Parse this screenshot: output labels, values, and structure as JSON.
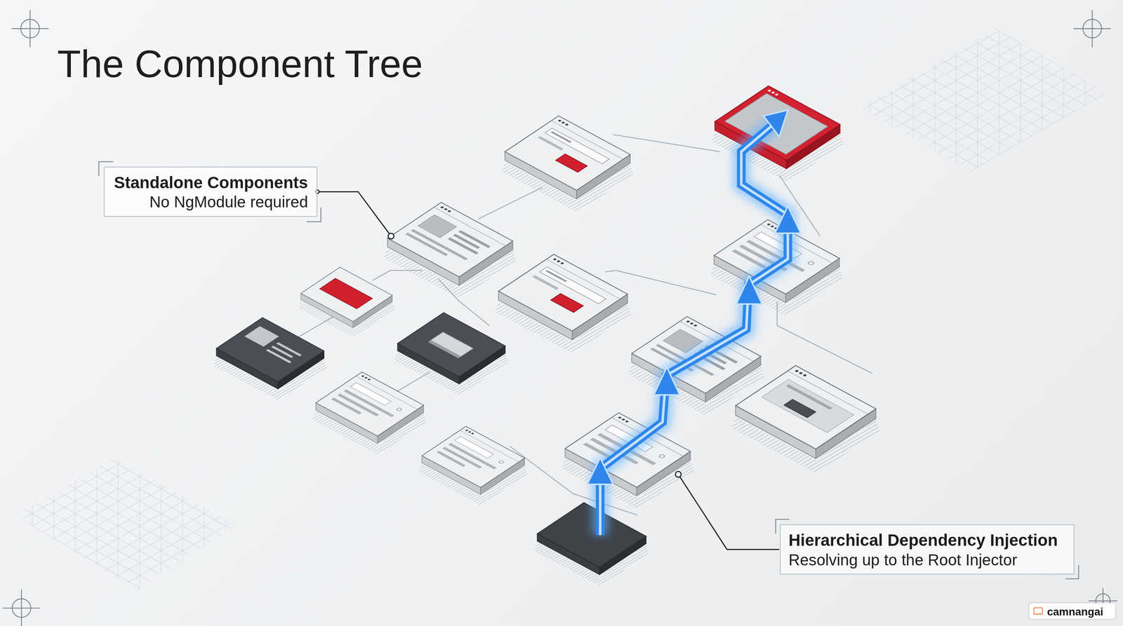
{
  "diagram": {
    "title": "The Component Tree",
    "nodes": [
      {
        "text": [
          "Standalone Components",
          "No NgModule required"
        ]
      },
      {
        "text": [
          "Hierarchical Dependency Injection",
          "Resolving up to the Root Injector"
        ]
      }
    ],
    "labels": [
      "camnangai"
    ]
  }
}
